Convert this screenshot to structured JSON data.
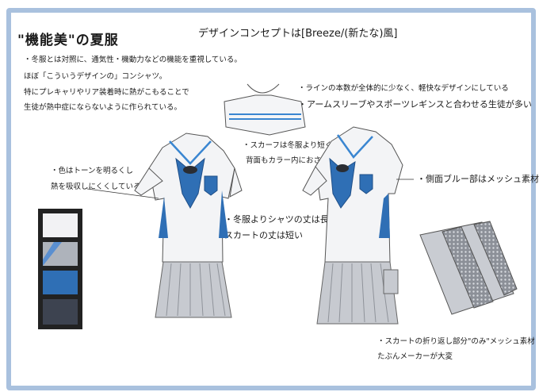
{
  "title": "\"機能美\"の夏服",
  "concept": "デザインコンセプトは[Breeze/(新たな)風]",
  "intro_lines": [
    "・冬服とは対照に、通気性・機動力などの機能を重視している。",
    "ほぼ「こういうデザインの」コンシャツ。",
    "特にプレキャリやリア装着時に熱がこもることで",
    "生徒が熱中症にならないように作られている。"
  ],
  "color_notes": [
    "・色はトーンを明るくし",
    "熱を吸収しにくくしている"
  ],
  "scarf_notes": [
    "・スカーフは冬服より短く、",
    "背面もカラー内におさまる"
  ],
  "shirt_notes": [
    "・冬服よりシャツの丈は長く、",
    "スカートの丈は短い"
  ],
  "design_notes": [
    "・ラインの本数が全体的に少なく、軽快なデザインにしている",
    "・アームスリーブやスポーツレギンスと合わせる生徒が多い"
  ],
  "mesh_side_note": "・側面ブルー部はメッシュ素材",
  "mesh_skirt_notes": [
    "・スカートの折り返し部分\"のみ\"メッシュ素材",
    "たぶんメーカーが大変"
  ],
  "palette": [
    "#f2f2f4",
    "#aeb3bb",
    "#2f6fb5",
    "#3d4350"
  ],
  "accent_blue": "#2f6fb5",
  "frame_color": "#a9c1de"
}
